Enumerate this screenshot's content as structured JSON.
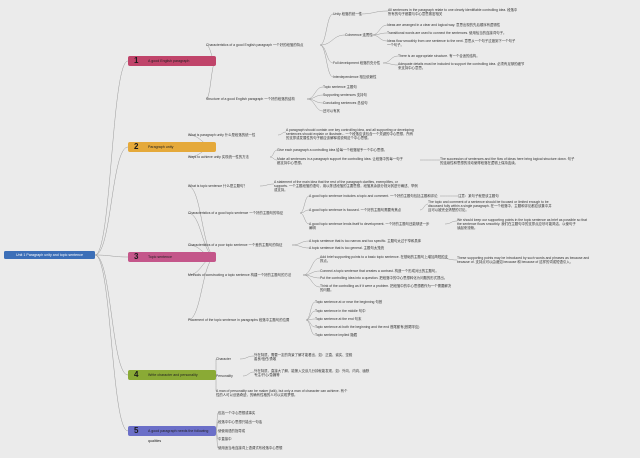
{
  "root": "Unit 1 Paragraph unity and topic sentence",
  "colors": {
    "root": "#3c6fb8",
    "cat1": "#c0446a",
    "cat2": "#e5a93a",
    "cat3": "#c4568a",
    "cat4": "#8aaa35",
    "cat5": "#6b6fc8",
    "line": "#9a9a9a"
  },
  "categories": [
    {
      "num": "1",
      "label": "A good English paragraph",
      "color": "#c0446a"
    },
    {
      "num": "2",
      "label": "Paragraph unity",
      "color": "#e5a93a"
    },
    {
      "num": "3",
      "label": "Topic sentence",
      "color": "#c4568a"
    },
    {
      "num": "4",
      "label": "Write character and personality",
      "color": "#8aaa35"
    },
    {
      "num": "5",
      "label": "A good paragraph needs the following qualities",
      "color": "#6b6fc8"
    }
  ],
  "texts": {
    "c1_chars": "Characteristics of a good English paragraph 一个好的段落的特点",
    "c1_struct": "Structure of a good English paragraph 一个好的段落的结构",
    "unity": "Unity 段落的统一性",
    "unity_desc": "All sentences in the paragraph relate to one clearly identifiable controlling idea. 段落中\n所有的句子都要与中心意思紧密相关",
    "coherence": "Coherence 连贯性",
    "coh_1": "Ideas are arranged in a clear and logical way. 意思出现的先后顺序有逻辑性",
    "coh_2": "Transitional words are used to connect the sentences. 使用恰当的连接词句子。",
    "coh_3": "Ideas flow smoothly from one sentence to the next. 意思从一个句子过渡到下一个句子\n一个句子。",
    "fulldev": "Full development 段落的充分性",
    "fulldev_1": "There is an appropriate structure. 有一个合适的结构。",
    "fulldev_2": "Adequate details must be included to support the controlling idea. 必须有足够的细节\n来支持中心意思。",
    "interdep": "Interdependence 相互依赖性",
    "s_topic": "Topic sentence 主题句",
    "s_support": "Supporting sentences 支持句",
    "s_conclude": "Concluding sentences 总结句",
    "s_other": "还可以有其",
    "pu_what": "What is paragraph unity 什么是段落的统一性",
    "pu_what_desc": "A paragraph should contain one key controlling idea, and all supporting or developing\nsentences should explain or illustrate... 一个段落应该包含一个关键的中心思想，所有\n的支撑或发展性的句子都应该解释或说明这个中心思想。",
    "pu_ways": "Ways to achieve unity 实现统一性的方法",
    "pu_ways_1": "Give each paragraph a controlling idea 给每一个段落赋予一个中心思想。",
    "pu_ways_2": "Make all sentences in a paragraph support the controlling idea. 让段落中的每一句子\n都支持中心思想。",
    "pu_ways_2b": "The succession of sentences and the flow of ideas here bring logical structure down. 句子\n的连续性和思想的流动使得段落在逻辑上保持连续。",
    "ts_what": "What is topic sentence 什么是主题句？",
    "ts_what_desc": "A statement of the main idea that the rest of the paragraph clarifies, exemplifies, or\nsupports. 一个主题段落的语句，用以陈述段落的主要思想，段落其余部分则对其进行阐述、举例\n或支持。",
    "ts_chars": "Characteristics of a good topic sentence 一个好的主题句的特征",
    "ts_ch_1": "A good topic sentence includes a topic and comment. 一个好的主题句包括主题和评论",
    "ts_ch_1b": "注意：某句子就是该主题句",
    "ts_ch_2": "A good topic sentence is focused. 一个好的主题句需要有焦点",
    "ts_ch_2b": "The topic and comment of a sentence should be focused or limited enough to be\ndiscussed fully within a single paragraph. 在一个段落中，主题和评论都应该集中并\n且可以被完全清楚的讨论。",
    "ts_ch_3": "A good topic sentence lends itself to development. 一个好的主题句还能够进一步\n阐明",
    "ts_ch_3b": "We should keep our supporting points in the topic sentence as brief as possible so that\nthe sentence flows smoothly. 我们在主题句中的支撑点应尽可能简洁，以使句子\n读起来流畅。",
    "ts_pos": "Characteristics of a poor topic sentence 一个差的主题句的特征",
    "ts_pos_1": "A topic sentence that is too narrow and too specific. 主题句太过于窄和具体",
    "ts_pos_2": "A topic sentence that is too general. 主题句太笼统",
    "ts_methods": "Methods of constructing a topic sentence 构建一个好的主题句的方法",
    "ts_m_1": "Add brief supporting points to a basic topic sentence. 在基础的主题句上增加简短的支\n撑点。",
    "ts_m_1b": "These supporting points may be introduced by such words and phrases as because and\nbecause of. 支持点可以由诸如 because 和 because of 这样的词或短语引入。",
    "ts_m_2": "Connect a topic sentence that creates a contrast. 构造一个形成对比的主题句。",
    "ts_m_3": "Put the controlling idea into a question. 把段落中的中心思想转化为问题的形式提出。",
    "ts_m_4": "Think of the controlling as if it were a problem. 把段落中的中心思想看作为一个需要解决\n的问题。",
    "ts_place": "Placement of the topic sentence in paragraphs 段落中主题句的位置",
    "ts_pl_1": "Topic sentence at or near the beginning 句首",
    "ts_pl_2": "Topic sentence in the middle 句中",
    "ts_pl_3": "Topic sentence at the end 句末",
    "ts_pl_4": "Topic sentence at both the beginning and the end 首尾都有(首尾呼应)",
    "ts_pl_5": "Topic sentence implied 隐藏",
    "character": "Character",
    "char_desc": "外在特质，需要一定的背景了解才能看出，如：正直、诚实、坚毅\n善良/信任/勇敢",
    "personality": "Personality",
    "pers_desc": "外在特质，直接大了解，能第入交谈几分钟就能发现，如：外向、内向、幽默\n专注/开心/急躁等",
    "cp_note": "A man of personality can be maker (talk), but only a man of character can achieve. 有个\n性的人可以创造奇迹，的确有性格的人可以实现梦想。",
    "q_1": "包括一个中心思想或事实",
    "q_2": "段落中中心思想只能出一句话",
    "q_3": "使使用语的指导成",
    "q_4": "中直接中",
    "q_5": "使用适当地连接词上语调式布段落中心思想"
  }
}
